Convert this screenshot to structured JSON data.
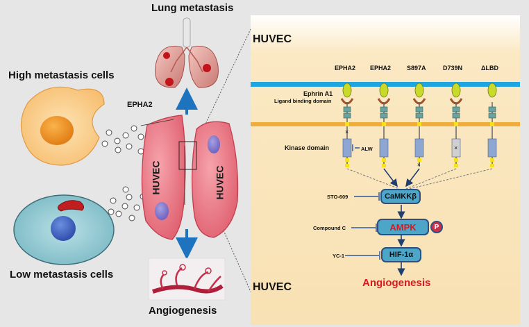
{
  "left": {
    "lung_metastasis": "Lung metastasis",
    "high_metastasis_cells": "High metastasis cells",
    "low_metastasis_cells": "Low metastasis cells",
    "epha2": "EPHA2",
    "huvec_left": "HUVEC",
    "huvec_right": "HUVEC",
    "angiogenesis": "Angiogenesis"
  },
  "right": {
    "huvec_top": "HUVEC",
    "huvec_bottom": "HUVEC",
    "receptors": [
      "EPHA2",
      "EPHA2",
      "S897A",
      "D739N",
      "ΔLBD"
    ],
    "ephrin_a1": "Ephrin A1",
    "ligand_binding_domain": "Ligand binding domain",
    "kinase_domain": "Kinase domain",
    "alw": "ALW",
    "inhibitors": {
      "sto609": "STO-609",
      "compound_c": "Compound C",
      "yc1": "YC-1"
    },
    "nodes": {
      "camkkb": "CaMKKβ",
      "ampk": "AMPK",
      "p": "P",
      "hif1a": "HIF-1α"
    },
    "angiogenesis": "Angiogenesis"
  },
  "colors": {
    "membrane_blue": "#1fa5e0",
    "membrane_orange": "#f0ad3c",
    "panel_bg": "#fbe9c4",
    "highlight_red": "#d71920",
    "cell_pink": "#e96a78"
  }
}
